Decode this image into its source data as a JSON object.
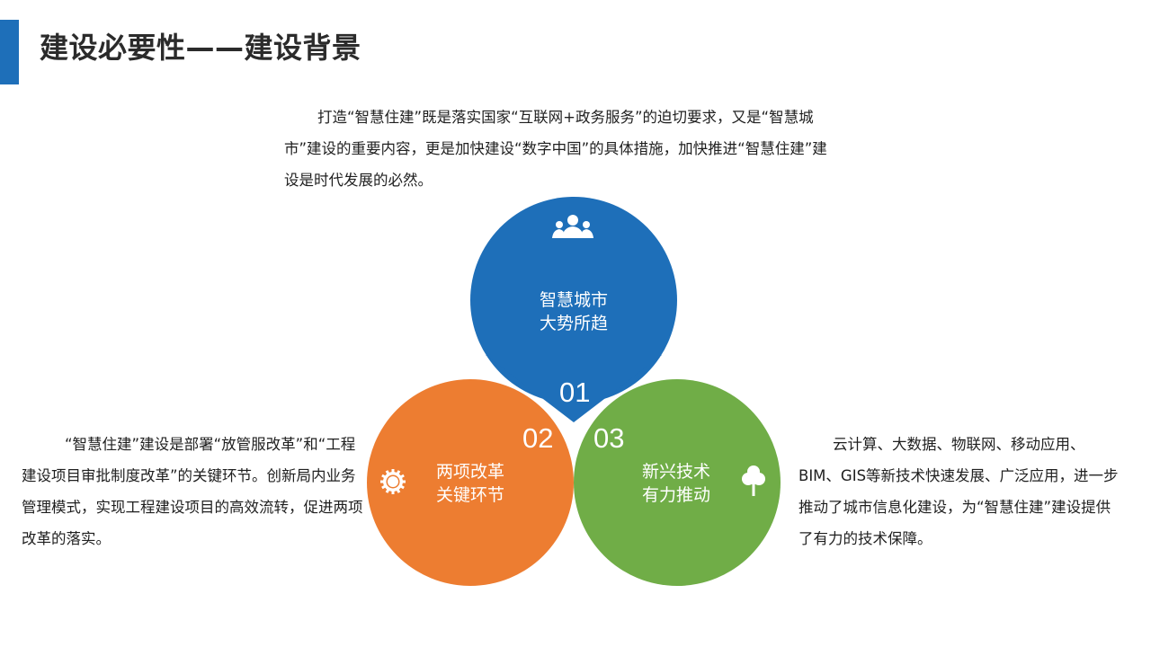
{
  "header": {
    "title": "建设必要性——建设背景",
    "accent_color": "#1e6fb9"
  },
  "intro": {
    "text": "打造“智慧住建”既是落实国家“互联网+政务服务”的迫切要求，又是“智慧城市”建设的重要内容，更是加快建设“数字中国”的具体措施，加快推进“智慧住建”建设是时代发展的必然。"
  },
  "diagram": {
    "items": [
      {
        "number": "01",
        "line1": "智慧城市",
        "line2": "大势所趋",
        "icon": "people-group-icon",
        "color": "#1e6fb9"
      },
      {
        "number": "02",
        "line1": "两项改革",
        "line2": "关键环节",
        "icon": "sun-gear-icon",
        "color": "#ed7d31"
      },
      {
        "number": "03",
        "line1": "新兴技术",
        "line2": "有力推动",
        "icon": "tree-icon",
        "color": "#70ad47"
      }
    ]
  },
  "left_text": {
    "text": "“智慧住建”建设是部署“放管服改革”和“工程建设项目审批制度改革”的关键环节。创新局内业务管理模式，实现工程建设项目的高效流转，促进两项改革的落实。"
  },
  "right_text": {
    "text": "云计算、大数据、物联网、移动应用、BIM、GIS等新技术快速发展、广泛应用，进一步推动了城市信息化建设，为“智慧住建”建设提供了有力的技术保障。"
  }
}
